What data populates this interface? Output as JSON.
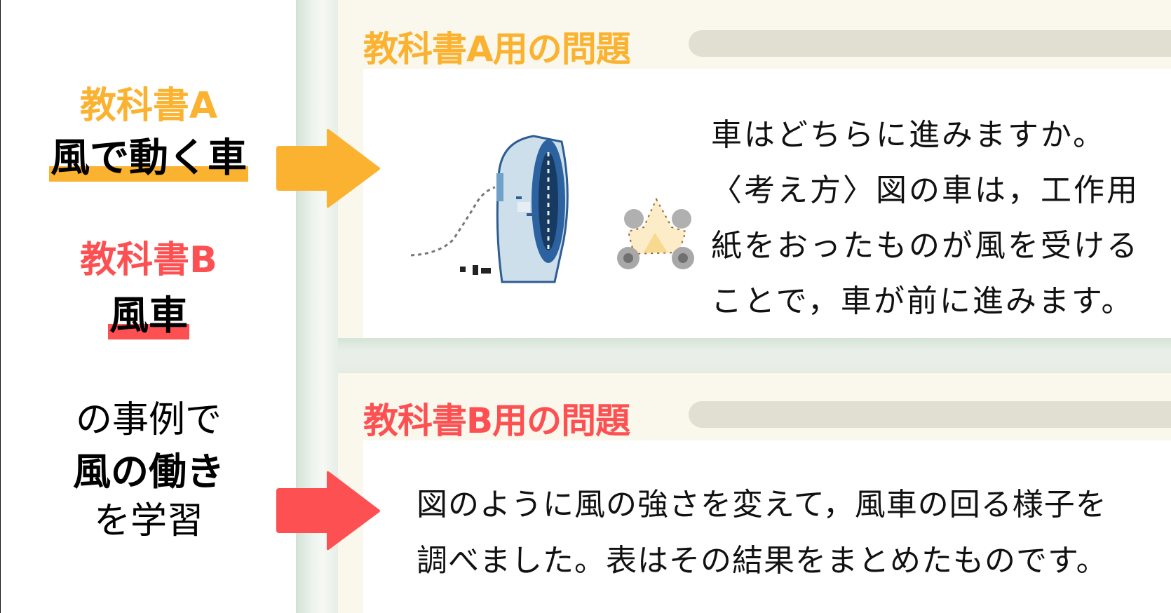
{
  "left_panel": {
    "book_a_label": "教科書A",
    "book_a_topic": "風で動く車",
    "book_b_label": "教科書B",
    "book_b_topic": "風車",
    "summary_line1": "の事例で",
    "summary_line2": "風の働き",
    "summary_line3": "を学習"
  },
  "card_a": {
    "title": "教科書A用の問題",
    "question": {
      "line1_highlight": "車",
      "line1_rest": "はどちらに進みますか。",
      "line2_pre": "〈考え方〉図の",
      "line2_highlight": "車",
      "line2_rest": "は，工作用",
      "line3": "紙をおったものが風を受ける",
      "line4": "ことで，車が前に進みます。"
    },
    "figure": {
      "fan_icon": "electric-fan-icon",
      "car_icon": "paper-car-icon"
    }
  },
  "card_b": {
    "title": "教科書B用の問題",
    "question": {
      "line1_pre": "図のように風の強さを変えて，",
      "line1_highlight": "風車",
      "line1_rest": "の回る様子を",
      "line2": "調べました。表はその結果をまとめたものです。"
    }
  },
  "colors": {
    "book_a": "#fbb230",
    "book_b": "#fc5052",
    "card_bg": "#faf8ec",
    "title_rule": "#e1dfd2",
    "strip": "#e6eee6"
  }
}
